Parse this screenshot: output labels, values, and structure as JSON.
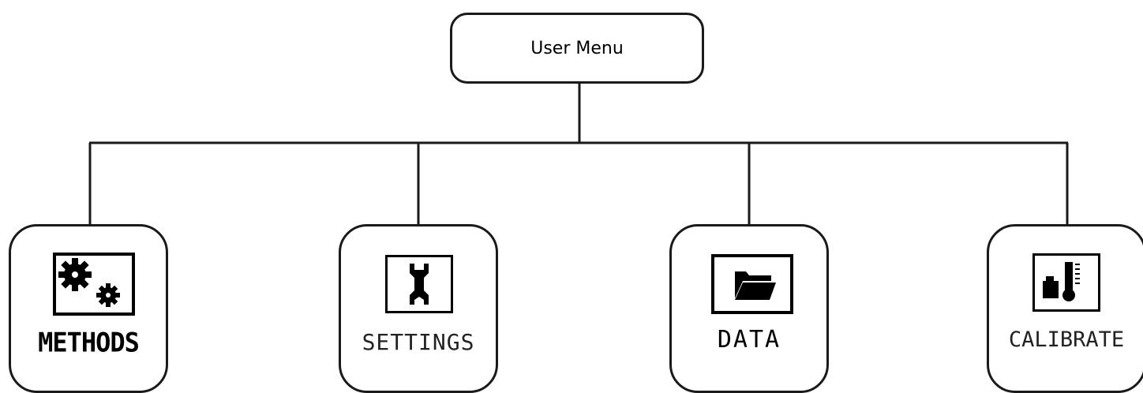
{
  "root": {
    "label": "User Menu"
  },
  "menu": {
    "items": [
      {
        "label": "METHODS",
        "icon": "gears-icon"
      },
      {
        "label": "SETTINGS",
        "icon": "wrench-icon"
      },
      {
        "label": "DATA",
        "icon": "folder-icon"
      },
      {
        "label": "CALIBRATE",
        "icon": "weight-thermometer-icon"
      }
    ]
  },
  "colors": {
    "line": "#1a1a1a",
    "background": "#ffffff"
  }
}
